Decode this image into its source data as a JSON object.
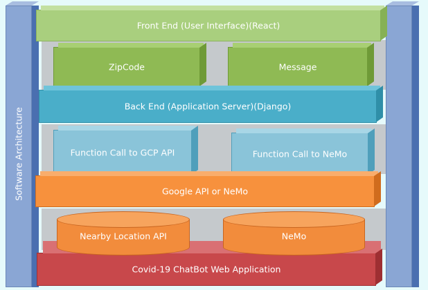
{
  "diagram": {
    "side_label": "Software Architecture",
    "layers": {
      "frontend": "Front End (User Interface)(React)",
      "zipcode": "ZipCode",
      "message": "Message",
      "backend": "Back End (Application Server)(Django)",
      "gcp_call": "Function Call to GCP API",
      "nemo_call": "Function Call to NeMo",
      "api_layer": "Google API or NeMo",
      "nearby_api": "Nearby Location API",
      "nemo": "NeMo",
      "app": "Covid-19 ChatBot Web Application"
    },
    "colors": {
      "frontend": "#a9cf7e",
      "green_box": "#8fba54",
      "backend": "#4aaec9",
      "function_box": "#8ac4d9",
      "api_layer": "#f7913d",
      "cylinder": "#f28c3c",
      "app": "#c8484b",
      "pillar": "#8aa6d4"
    }
  }
}
